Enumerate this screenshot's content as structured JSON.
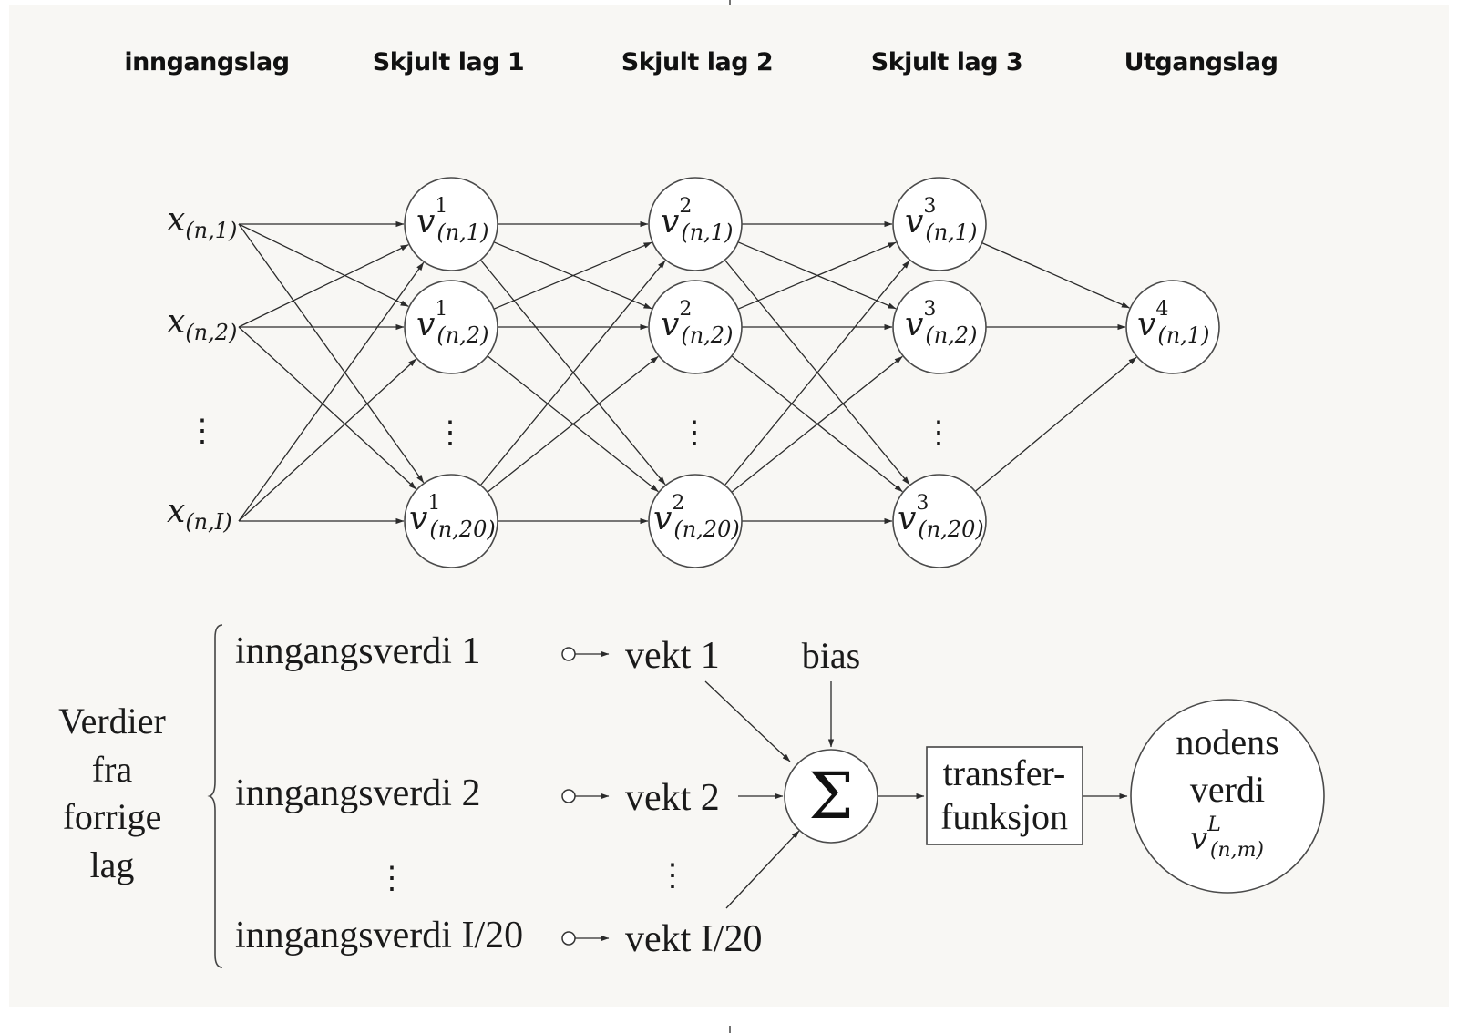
{
  "layers": {
    "input": "inngangslag",
    "hidden1": "Skjult lag 1",
    "hidden2": "Skjult lag 2",
    "hidden3": "Skjult lag 3",
    "output": "Utgangslag"
  },
  "input_nodes": {
    "n1": {
      "sym": "x",
      "sub": "(n,1)"
    },
    "n2": {
      "sym": "x",
      "sub": "(n,2)"
    },
    "nI": {
      "sym": "x",
      "sub": "(n,I)"
    }
  },
  "hidden_nodes": {
    "l1": {
      "sup": "1",
      "sub1": "(n,1)",
      "sub2": "(n,2)",
      "sub20": "(n,20)"
    },
    "l2": {
      "sup": "2",
      "sub1": "(n,1)",
      "sub2": "(n,2)",
      "sub20": "(n,20)"
    },
    "l3": {
      "sup": "3",
      "sub1": "(n,1)",
      "sub2": "(n,2)",
      "sub20": "(n,20)"
    }
  },
  "output_node": {
    "sup": "4",
    "sub": "(n,1)"
  },
  "node_symbol": "v",
  "vertical_dots": "⋮",
  "detail": {
    "previous_layer": [
      "Verdier",
      "fra",
      "forrige",
      "lag"
    ],
    "inputs": [
      "inngangsverdi 1",
      "inngangsverdi 2",
      "inngangsverdi I/20"
    ],
    "weights": [
      "vekt 1",
      "vekt 2",
      "vekt I/20"
    ],
    "bias": "bias",
    "sum_symbol": "Σ",
    "transfer": [
      "transfer-",
      "funksjon"
    ],
    "node_value": [
      "nodens",
      "verdi"
    ],
    "node_value_symbol": {
      "sym": "v",
      "sup": "L",
      "sub": "(n,m)"
    }
  }
}
